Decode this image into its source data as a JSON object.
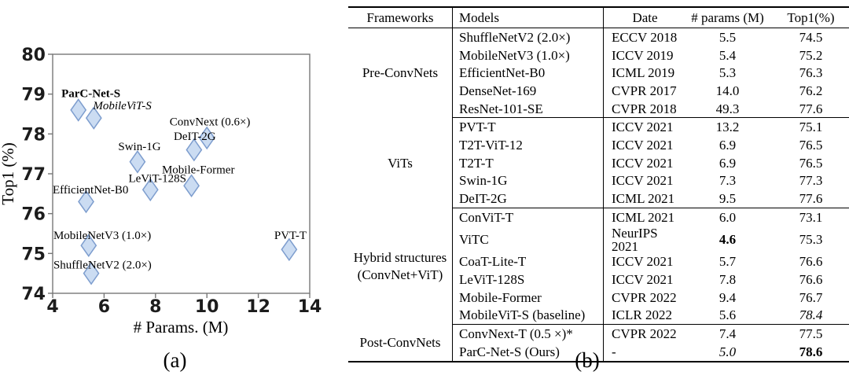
{
  "figure": {
    "caption_a": "(a)",
    "caption_b": "(b)"
  },
  "chart_data": {
    "type": "scatter",
    "xlabel": "# Params. (M)",
    "ylabel": "Top1 (%)",
    "xlim": [
      4,
      14
    ],
    "ylim": [
      74,
      80
    ],
    "xticks": [
      4,
      6,
      8,
      10,
      12,
      14
    ],
    "yticks": [
      74,
      75,
      76,
      77,
      78,
      79,
      80
    ],
    "grid": false,
    "marker": {
      "shape": "diamond",
      "fill": "#cbdcf2",
      "stroke": "#7d9dce"
    },
    "frame_color": "#777777",
    "points": [
      {
        "name": "ParC-Net-S",
        "x": 5.0,
        "y": 78.6,
        "label_x": 4.34,
        "label_y": 79.02,
        "style": "bold"
      },
      {
        "name": "MobileViT-S",
        "x": 5.6,
        "y": 78.4,
        "label_x": 5.57,
        "label_y": 78.72,
        "style": "italic"
      },
      {
        "name": "ConvNext (0.6×)",
        "x": 10.0,
        "y": 77.9,
        "label_x": 8.55,
        "label_y": 78.31,
        "style": "normal"
      },
      {
        "name": "DeIT-2G",
        "x": 9.5,
        "y": 77.6,
        "label_x": 8.71,
        "label_y": 77.95,
        "style": "normal"
      },
      {
        "name": "Swin-1G",
        "x": 7.3,
        "y": 77.3,
        "label_x": 6.55,
        "label_y": 77.69,
        "style": "normal"
      },
      {
        "name": "Mobile-Former",
        "x": 9.4,
        "y": 76.7,
        "label_x": 8.25,
        "label_y": 77.11,
        "style": "normal"
      },
      {
        "name": "LeViT-128S",
        "x": 7.8,
        "y": 76.6,
        "label_x": 6.95,
        "label_y": 76.89,
        "style": "normal"
      },
      {
        "name": "EfficientNet-B0",
        "x": 5.3,
        "y": 76.3,
        "label_x": 4.0,
        "label_y": 76.61,
        "style": "normal"
      },
      {
        "name": "MobileNetV3 (1.0×)",
        "x": 5.4,
        "y": 75.2,
        "label_x": 4.03,
        "label_y": 75.46,
        "style": "normal"
      },
      {
        "name": "ShuffleNetV2 (2.0×)",
        "x": 5.5,
        "y": 74.5,
        "label_x": 4.03,
        "label_y": 74.72,
        "style": "normal"
      },
      {
        "name": "PVT-T",
        "x": 13.2,
        "y": 75.1,
        "label_x": 12.62,
        "label_y": 75.46,
        "style": "normal"
      }
    ]
  },
  "table": {
    "headers": [
      "Frameworks",
      "Models",
      "Date",
      "# params (M)",
      "Top1(%)"
    ],
    "groups": [
      {
        "framework_lines": [
          "Pre-ConvNets"
        ],
        "rows": [
          {
            "model": "ShuffleNetV2 (2.0×)",
            "date": "ECCV 2018",
            "params": "5.5",
            "top1": "74.5"
          },
          {
            "model": "MobileNetV3 (1.0×)",
            "date": "ICCV 2019",
            "params": "5.4",
            "top1": "75.2"
          },
          {
            "model": "EfficientNet-B0",
            "date": "ICML 2019",
            "params": "5.3",
            "top1": "76.3"
          },
          {
            "model": "DenseNet-169",
            "date": "CVPR 2017",
            "params": "14.0",
            "top1": "76.2"
          },
          {
            "model": "ResNet-101-SE",
            "date": "CVPR 2018",
            "params": "49.3",
            "top1": "77.6"
          }
        ]
      },
      {
        "framework_lines": [
          "ViTs"
        ],
        "rows": [
          {
            "model": "PVT-T",
            "date": "ICCV 2021",
            "params": "13.2",
            "top1": "75.1"
          },
          {
            "model": "T2T-ViT-12",
            "date": "ICCV 2021",
            "params": "6.9",
            "top1": "76.5"
          },
          {
            "model": "T2T-T",
            "date": "ICCV 2021",
            "params": "6.9",
            "top1": "76.5"
          },
          {
            "model": "Swin-1G",
            "date": "ICCV 2021",
            "params": "7.3",
            "top1": "77.3"
          },
          {
            "model": "DeIT-2G",
            "date": "ICML 2021",
            "params": "9.5",
            "top1": "77.6"
          }
        ]
      },
      {
        "framework_lines": [
          "Hybrid structures",
          "(ConvNet+ViT)"
        ],
        "rows": [
          {
            "model": "ConViT-T",
            "date": "ICML 2021",
            "params": "6.0",
            "top1": "73.1"
          },
          {
            "model": "ViTC",
            "date": "NeurIPS 2021",
            "params": "4.6",
            "params_style": "bold",
            "top1": "75.3"
          },
          {
            "model": "CoaT-Lite-T",
            "date": "ICCV 2021",
            "params": "5.7",
            "top1": "76.6"
          },
          {
            "model": "LeViT-128S",
            "date": "ICCV 2021",
            "params": "7.8",
            "top1": "76.6"
          },
          {
            "model": "Mobile-Former",
            "date": "CVPR 2022",
            "params": "9.4",
            "top1": "76.7"
          },
          {
            "model": "MobileViT-S (baseline)",
            "date": "ICLR 2022",
            "params": "5.6",
            "top1": "78.4",
            "top1_style": "italic"
          }
        ]
      },
      {
        "framework_lines": [
          "Post-ConvNets"
        ],
        "rows": [
          {
            "model": "ConvNext-T (0.5 ×)*",
            "date": "CVPR 2022",
            "params": "7.4",
            "top1": "77.5"
          },
          {
            "model": "ParC-Net-S (Ours)",
            "date": "-",
            "params": "5.0",
            "params_style": "italic",
            "top1": "78.6",
            "top1_style": "bold"
          }
        ]
      }
    ]
  }
}
